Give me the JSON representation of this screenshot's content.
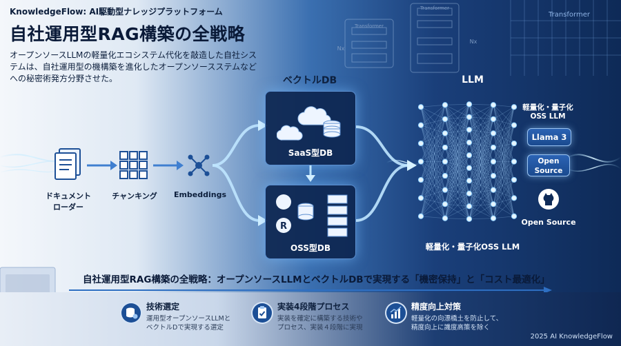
{
  "header": {
    "brand": "KnowledgeFlow: AI駆動型ナレッジプラットフォーム",
    "title": "自社運用型RAG構築の全戦略",
    "subtitle": "オープンソースLLMの軽量化エコシステム代化を敲造した自社システムは、自社運用型の機構築を進化したオープンソースステムなどへの秘密術発方分野させた。"
  },
  "background": {
    "transformer_labels": [
      "Transformer",
      "Transformer",
      "Nx",
      "Nx",
      "Transformer"
    ]
  },
  "pipeline": {
    "steps": [
      {
        "label_line1": "ドキュメント",
        "label_line2": "ローダー",
        "icon": "document-icon"
      },
      {
        "label_line1": "チャンキング",
        "label_line2": "",
        "icon": "grid-chunks-icon"
      },
      {
        "label_line1": "Embeddings",
        "label_line2": "",
        "icon": "network-node-icon"
      }
    ],
    "vector_db_heading": "ベクトルDB",
    "saas_db_label": "SaaS型DB",
    "oss_db_label": "OSS型DB",
    "llm_heading": "LLM",
    "llm_caption": "軽量化・量子化OSS LLM"
  },
  "models_panel": {
    "heading_line1": "軽量化・量子化",
    "heading_line2": "OSS LLM",
    "items": [
      "Llama 3",
      "Open Source"
    ],
    "footer_label": "Open Source"
  },
  "banner": "自社運用型RAG構築の全戦略：オープンソースLLMとベクトルDBで実現する「機密保持」と「コスト最適化」",
  "features": [
    {
      "title": "技術選定",
      "text_line1": "運用型オープンソースLLMと",
      "text_line2": "ベクトルDで実現する選定",
      "icon": "database-gear-icon"
    },
    {
      "title": "実装4段階プロセス",
      "text_line1": "実装を確定に構築する技術や",
      "text_line2": "プロセス、実装４段階に実現",
      "icon": "clipboard-check-icon"
    },
    {
      "title": "精度向上対策",
      "text_line1": "軽量化の向漂橋土を防止して、",
      "text_line2": "精度向上に識度高策を除く",
      "icon": "bar-chart-icon"
    }
  ],
  "footer": {
    "copyright": "2025 AI KnowledgeFlow"
  },
  "colors": {
    "accent": "#1c4f96",
    "glow": "#8fd0ff",
    "dark": "#0e2a57"
  }
}
